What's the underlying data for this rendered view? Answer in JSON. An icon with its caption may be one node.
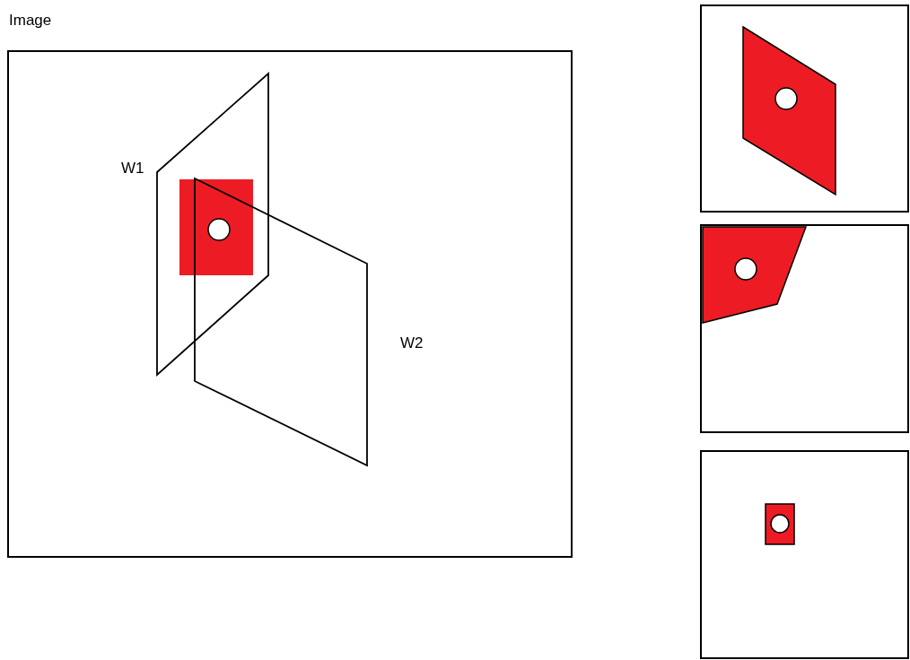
{
  "diagram": {
    "nodes": [
      {
        "text": [
          "Image"
        ]
      },
      {
        "text": [],
        "shape": "box"
      },
      {
        "text": [],
        "shape": "box"
      },
      {
        "text": [],
        "shape": "box"
      }
    ],
    "labels": [
      "W1",
      "W2"
    ]
  }
}
